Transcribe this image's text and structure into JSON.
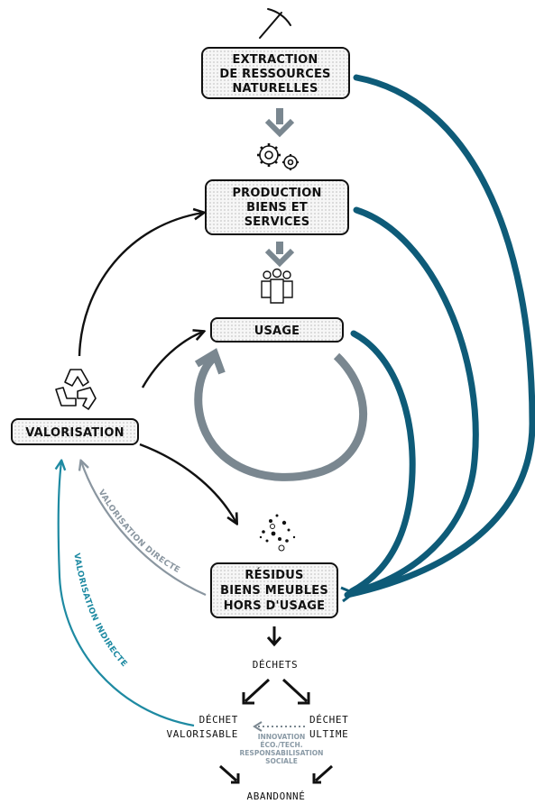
{
  "colors": {
    "dark_teal": "#0e5b78",
    "grey_arrow": "#7a8790",
    "black": "#111111",
    "teal_indirect": "#1e8aa2",
    "grey_label": "#8a96a0",
    "box_fill": "#f4f4f4"
  },
  "nodes": {
    "extraction": {
      "lines": [
        "EXTRACTION",
        "DE RESSOURCES",
        "NATURELLES"
      ],
      "icon": "pickaxe-icon"
    },
    "production": {
      "lines": [
        "PRODUCTION",
        "BIENS ET",
        "SERVICES"
      ],
      "icon": "gears-icon"
    },
    "usage": {
      "lines": [
        "USAGE"
      ],
      "icon": "people-icon"
    },
    "valorisation": {
      "lines": [
        "VALORISATION"
      ],
      "icon": "recycle-icon"
    },
    "residus": {
      "lines": [
        "RÉSIDUS",
        "BIENS MEUBLES",
        "HORS D'USAGE"
      ],
      "icon": "particles-icon"
    }
  },
  "labels": {
    "valorisation_directe": "VALORISATION DIRECTE",
    "valorisation_indirecte": "VALORISATION INDIRECTE",
    "dechets": "DÉCHETS",
    "dechet_valorisable": [
      "DÉCHET",
      "VALORISABLE"
    ],
    "dechet_ultime": [
      "DÉCHET",
      "ULTIME"
    ],
    "innovation": [
      "INNOVATION",
      "ÉCO./TECH.",
      "RESPONSABILISATION",
      "SOCIALE"
    ],
    "abandonne": "ABANDONNÉ"
  }
}
